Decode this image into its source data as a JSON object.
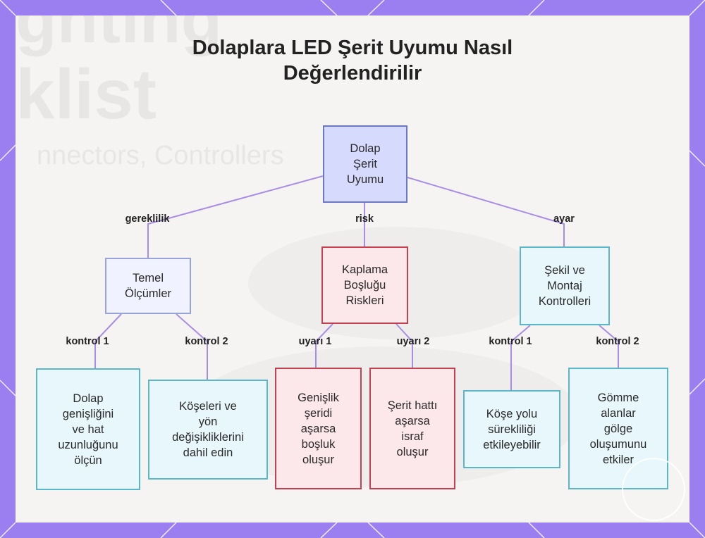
{
  "title": {
    "line1": "Dolaplara LED Şerit Uyumu Nasıl",
    "line2": "Değerlendirilir"
  },
  "nodes": {
    "root": "Dolap\nŞerit\nUyumu",
    "temel": "Temel\nÖlçümler",
    "kaplama": "Kaplama\nBoşluğu\nRiskleri",
    "sekil": "Şekil ve\nMontaj\nKontrolleri",
    "dolap": "Dolap\ngenişliğini\nve hat\nuzunluğunu\nölçün",
    "koseler": "Köşeleri ve\nyön\ndeğişikliklerini\ndahil edin",
    "genislik": "Genişlik\nşeridi\naşarsa\nboşluk\noluşur",
    "serit": "Şerit hattı\naşarsa\nisraf\noluşur",
    "kose": "Köşe yolu\nsürekliliği\netkileyebilir",
    "gomme": "Gömme\nalanlar\ngölge\noluşumunu\netkiler"
  },
  "edges": {
    "gereklilik": "gereklilik",
    "risk": "risk",
    "ayar": "ayar",
    "temel_k1": "kontrol 1",
    "temel_k2": "kontrol 2",
    "kaplama_u1": "uyarı 1",
    "kaplama_u2": "uyarı 2",
    "sekil_k1": "kontrol 1",
    "sekil_k2": "kontrol 2"
  },
  "colors": {
    "background": "#9b7ff0",
    "edge": "#a88de6",
    "root_fill": "#d6dafd",
    "risk_border": "#c4414f",
    "check_border": "#5cb6c9"
  }
}
